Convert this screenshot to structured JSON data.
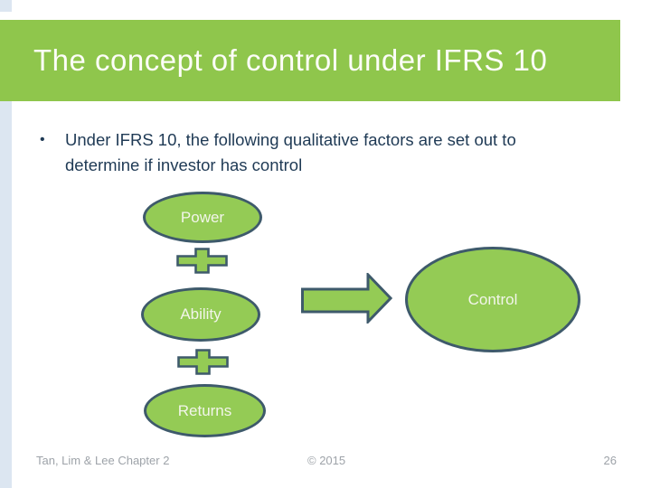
{
  "slide": {
    "title": "The concept of control under IFRS 10",
    "bullet_marker": "•",
    "bullet_text": "Under IFRS 10, the following qualitative factors are set out to determine if investor has control"
  },
  "diagram": {
    "type": "flow",
    "description": "Three factor nodes joined by plus operators lead via a right arrow to the result node",
    "factor_nodes": [
      "Power",
      "Ability",
      "Returns"
    ],
    "operator_icon": "plus-icon",
    "connector_icon": "arrow-right-icon",
    "power_label": "Power",
    "ability_label": "Ability",
    "returns_label": "Returns",
    "control_label": "Control"
  },
  "footer": {
    "left": "Tan, Lim & Lee Chapter 2",
    "center": "© 2015",
    "page": "26"
  },
  "colors": {
    "banner_green": "#8fc64c",
    "shape_green": "#94cb55",
    "shape_border": "#3e5a6b",
    "body_text_navy": "#1f3a55",
    "left_strip_blue": "#dce6f1",
    "footer_gray": "#9ea3a9",
    "title_text": "#fdfdf8",
    "shape_label_text": "#f2f5ea"
  }
}
